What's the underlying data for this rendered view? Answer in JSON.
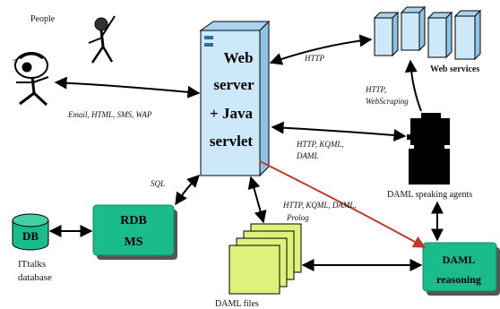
{
  "labels": {
    "people": "People",
    "web_server": [
      "Web",
      "server",
      "+ Java",
      "servlet"
    ],
    "web_services": "Web services",
    "daml_agents": "DAML speaking agents",
    "rdbms": [
      "RDB",
      "MS"
    ],
    "db": "DB",
    "db_caption": [
      "ITtalks",
      "database"
    ],
    "daml_files": "DAML files",
    "daml_reasoning": [
      "DAML",
      "reasoning"
    ]
  },
  "edges": {
    "people_server": "Email, HTML, SMS, WAP",
    "server_webservices": "HTTP",
    "agents_webservices": [
      "HTTP,",
      "WebScraping"
    ],
    "server_agents": [
      "HTTP, KQML,",
      "DAML"
    ],
    "server_rdbms": "SQL",
    "server_files": [
      "HTTP, KQML, DAML,",
      "Prolog"
    ]
  },
  "colors": {
    "server_fill": "#cde8f8",
    "box_fill": "#1abc8c",
    "files_fill": "#ddf27a",
    "db_fill": "#1abc8c"
  }
}
